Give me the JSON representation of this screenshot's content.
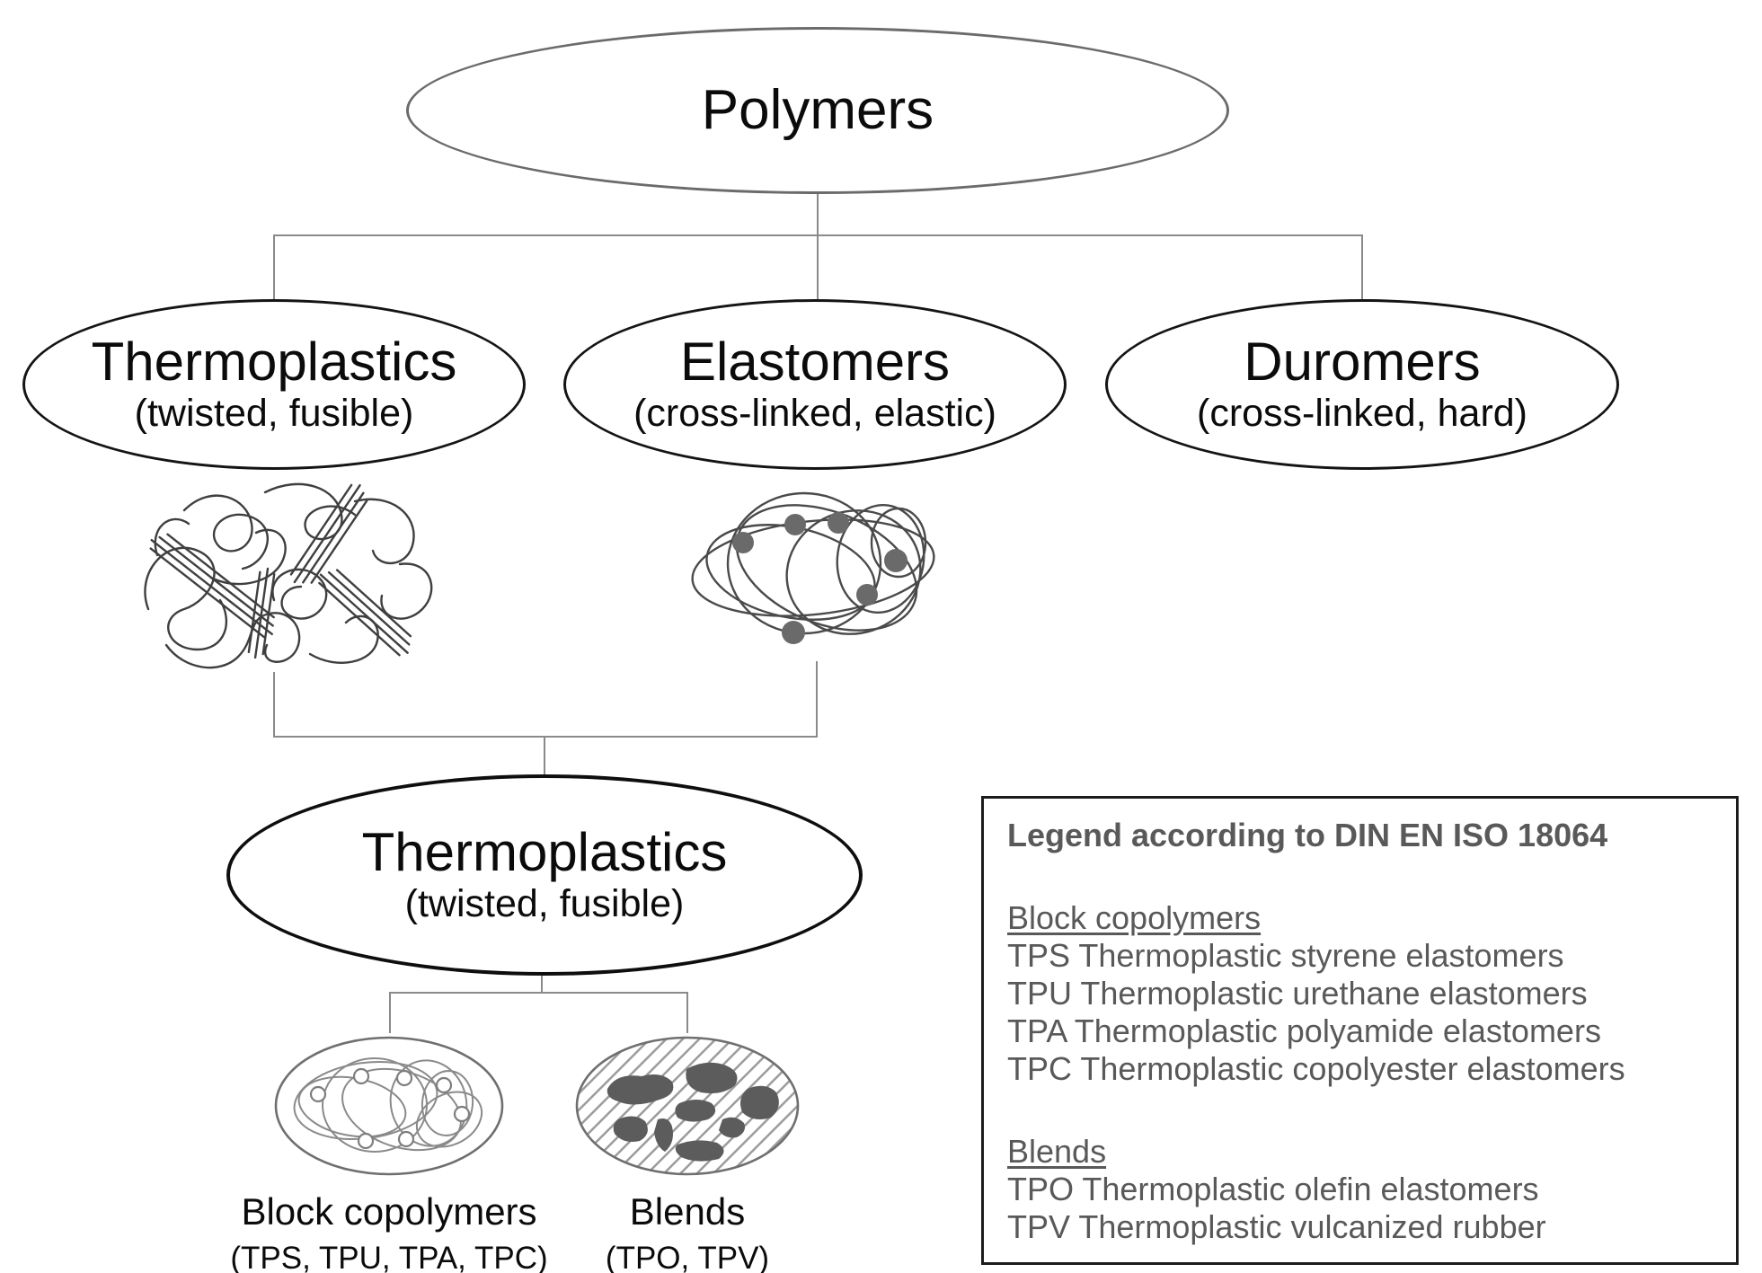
{
  "figure": {
    "root": {
      "label": "Polymers"
    },
    "branches": [
      {
        "label": "Thermoplastics",
        "sub": "(twisted, fusible)"
      },
      {
        "label": "Elastomers",
        "sub": "(cross-linked, elastic)"
      },
      {
        "label": "Duromers",
        "sub": "(cross-linked, hard)"
      }
    ],
    "merged": {
      "label": "Thermoplastics",
      "sub": "(twisted, fusible)"
    },
    "leaves": [
      {
        "label": "Block copolymers",
        "sub": "(TPS, TPU, TPA, TPC)"
      },
      {
        "label": "Blends",
        "sub": "(TPO, TPV)"
      }
    ],
    "icons": [
      "thermoplastic-chain-structure-icon",
      "elastomer-network-structure-icon",
      "block-copolymer-structure-icon",
      "blend-structure-icon"
    ]
  },
  "legend": {
    "title": "Legend according to DIN EN ISO 18064",
    "sections": [
      {
        "heading": "Block copolymers",
        "items": [
          "TPS Thermoplastic styrene elastomers",
          "TPU Thermoplastic urethane elastomers",
          "TPA Thermoplastic polyamide elastomers",
          "TPC Thermoplastic copolyester elastomers"
        ]
      },
      {
        "heading": "Blends",
        "items": [
          "TPO Thermoplastic olefin elastomers",
          "TPV Thermoplastic vulcanized rubber"
        ]
      }
    ]
  },
  "colors": {
    "node_border": "#141414",
    "root_border": "#6b6b6b",
    "connector": "#8a8a8a",
    "legend_text": "#595959",
    "legend_border": "#1c1c1c",
    "structure_fill": "#5c5c5c"
  }
}
